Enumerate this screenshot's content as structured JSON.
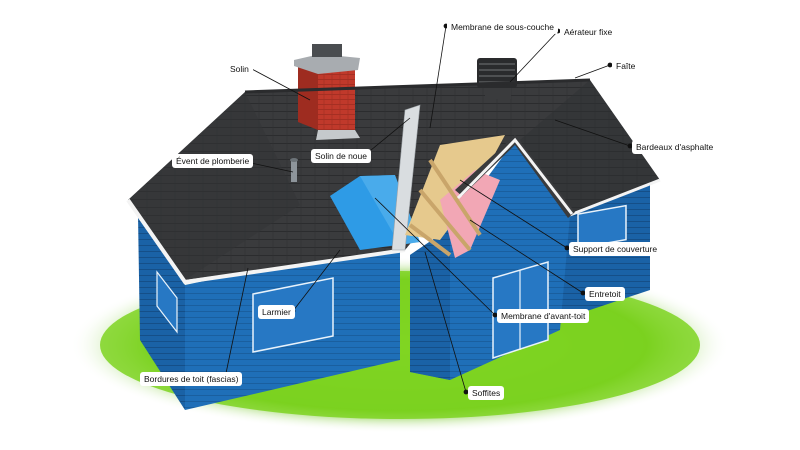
{
  "labels": {
    "membrane_sous_couche": "Membrane de sous-couche",
    "aerateur_fixe": "Aérateur fixe",
    "faite": "Faîte",
    "solin": "Solin",
    "bardeaux": "Bardeaux d'asphalte",
    "event_plomberie": "Évent de plomberie",
    "solin_noue": "Solin de noue",
    "support_couverture": "Support de couverture",
    "entretoit": "Entretoit",
    "larmier": "Larmier",
    "membrane_avant_toit": "Membrane d'avant-toit",
    "bordures": "Bordures de toit (fascias)",
    "soffites": "Soffites"
  },
  "colors": {
    "wall_blue": "#1f6fb8",
    "wall_blue_dark": "#16548e",
    "roof_gray": "#3a3b3d",
    "lawn_green": "#7ed321",
    "chimney_red": "#c0392b",
    "insulation_pink": "#f2a7b5",
    "wood": "#e6c98d",
    "ice_shield": "#2e9be6"
  }
}
